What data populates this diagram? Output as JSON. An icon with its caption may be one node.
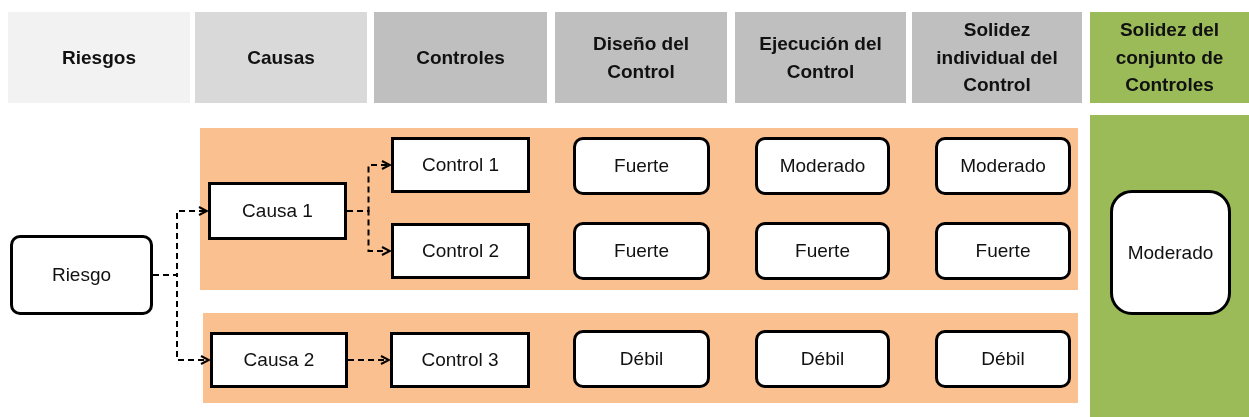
{
  "diagram": {
    "nodes": [
      {
        "text": [
          "Riesgos"
        ]
      },
      {
        "text": [
          "Causas"
        ]
      },
      {
        "text": [
          "Controles"
        ]
      },
      {
        "text": [
          "Diseño del Control"
        ]
      },
      {
        "text": [
          "Ejecución del Control"
        ]
      },
      {
        "text": [
          "Solidez individual del Control"
        ]
      },
      {
        "text": [
          "Solidez del conjunto de Controles"
        ]
      },
      {
        "text": [],
        "shape": "box"
      },
      {
        "text": [
          "Causa 1"
        ],
        "in": 7
      },
      {
        "text": [
          "Control 1"
        ],
        "in": 7
      },
      {
        "text": [
          "Fuerte"
        ],
        "in": 7
      },
      {
        "text": [
          "Moderado"
        ],
        "in": 7
      },
      {
        "text": [
          "Moderado"
        ],
        "in": 7
      },
      {
        "text": [
          "Control 2"
        ],
        "in": 7
      },
      {
        "text": [
          "Fuerte"
        ],
        "in": 7
      },
      {
        "text": [
          "Fuerte"
        ],
        "in": 7
      },
      {
        "text": [
          "Fuerte"
        ],
        "in": 7
      },
      {
        "text": [],
        "shape": "box"
      },
      {
        "text": [
          "Moderado"
        ],
        "in": 17
      },
      {
        "text": [
          "Riesgo"
        ]
      },
      {
        "text": [],
        "shape": "box"
      },
      {
        "text": [
          "Causa 2"
        ],
        "in": 20
      },
      {
        "text": [
          "Control 3"
        ],
        "in": 20
      },
      {
        "text": [
          "Débil"
        ],
        "in": 20
      },
      {
        "text": [
          "Débil"
        ],
        "in": 20
      },
      {
        "text": [
          "Débil"
        ],
        "in": 20
      }
    ],
    "edges": [
      {
        "from": 19,
        "to": 8,
        "arrow": "to",
        "style": "dashed"
      },
      {
        "from": 19,
        "to": 21,
        "arrow": "to",
        "style": "dashed"
      },
      {
        "from": 8,
        "to": 9,
        "arrow": "to",
        "style": "dashed"
      },
      {
        "from": 8,
        "to": 13,
        "arrow": "to",
        "style": "dashed"
      },
      {
        "from": 21,
        "to": 22,
        "arrow": "to",
        "style": "dashed"
      }
    ]
  }
}
